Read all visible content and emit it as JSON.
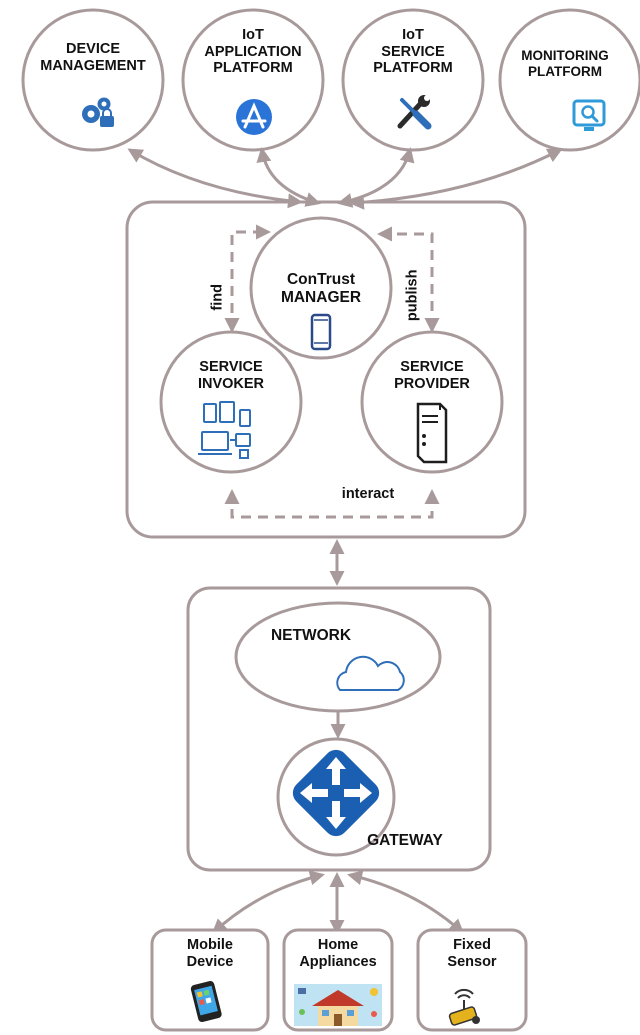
{
  "platforms": {
    "device_management": "DEVICE\nMANAGEMENT",
    "iot_application_platform": "IoT\nAPPLICATION\nPLATFORM",
    "iot_service_platform": "IoT\nSERVICE\nPLATFORM",
    "monitoring_platform": "MONITORING\nPLATFORM"
  },
  "contrust": {
    "manager": "ConTrust\nMANAGER",
    "service_invoker": "SERVICE\nINVOKER",
    "service_provider": "SERVICE\nPROVIDER",
    "find": "find",
    "publish": "publish",
    "interact": "interact"
  },
  "network_block": {
    "network": "NETWORK",
    "gateway": "GATEWAY"
  },
  "devices": {
    "mobile_device": "Mobile\nDevice",
    "home_appliances": "Home\nAppliances",
    "fixed_sensor": "Fixed\nSensor"
  },
  "colors": {
    "outline": "#a89a9a",
    "arrow": "#a89a9a",
    "icon_blue": "#2f6fba",
    "app_icon_blue": "#2a74d8",
    "gateway_blue": "#1b5fb3"
  },
  "icons": {
    "device_management": "gears-lock-icon",
    "iot_application_platform": "app-store-icon",
    "iot_service_platform": "wrench-screwdriver-icon",
    "monitoring_platform": "monitor-search-icon",
    "manager": "smartphone-icon",
    "service_invoker": "devices-icon",
    "service_provider": "server-icon",
    "network": "cloud-icon",
    "gateway": "gateway-arrows-icon",
    "mobile_device": "phone-icon",
    "home_appliances": "smart-home-icon",
    "fixed_sensor": "sensor-icon"
  }
}
